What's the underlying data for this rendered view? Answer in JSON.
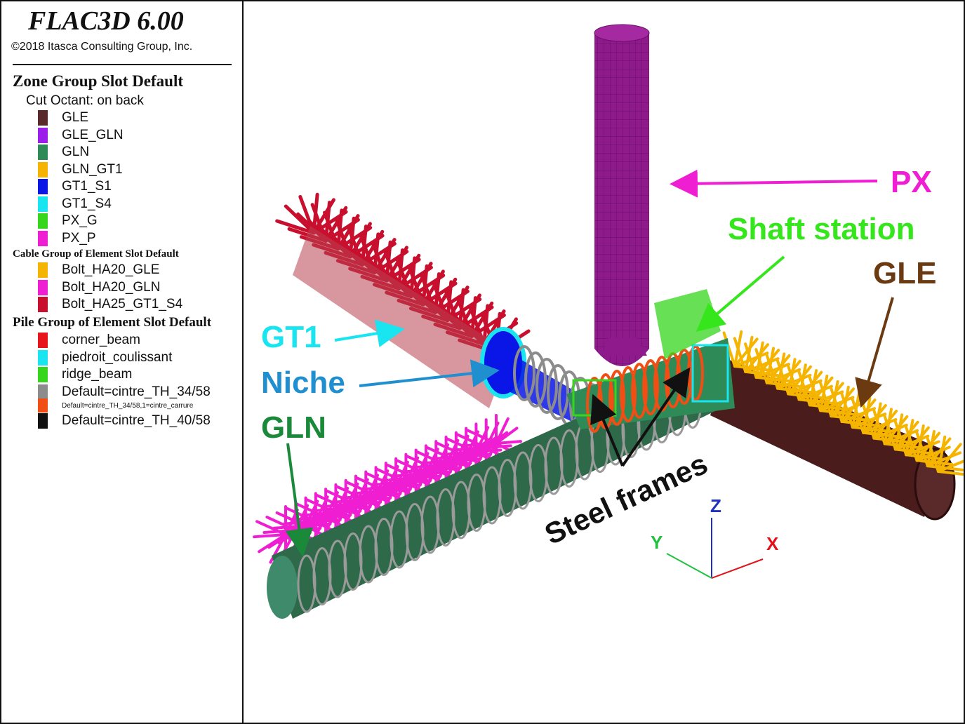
{
  "header": {
    "app_title": "FLAC3D 6.00",
    "copyright": "©2018 Itasca Consulting Group, Inc."
  },
  "legend": {
    "zone_group": {
      "title": "Zone Group Slot Default",
      "subtitle": "Cut Octant: on back",
      "items": [
        {
          "label": "GLE",
          "color": "#5a2a2a"
        },
        {
          "label": "GLE_GLN",
          "color": "#9b1fe8"
        },
        {
          "label": "GLN",
          "color": "#2e8a57"
        },
        {
          "label": "GLN_GT1",
          "color": "#f5b400"
        },
        {
          "label": "GT1_S1",
          "color": "#0a16e6"
        },
        {
          "label": "GT1_S4",
          "color": "#19e5f0"
        },
        {
          "label": "PX_G",
          "color": "#35d61c"
        },
        {
          "label": "PX_P",
          "color": "#f01ed2"
        }
      ]
    },
    "cable_group": {
      "title": "Cable Group of Element Slot Default",
      "items": [
        {
          "label": "Bolt_HA20_GLE",
          "color": "#f5b400"
        },
        {
          "label": "Bolt_HA20_GLN",
          "color": "#f01ed2"
        },
        {
          "label": "Bolt_HA25_GT1_S4",
          "color": "#c8102e"
        }
      ]
    },
    "pile_group": {
      "title": "Pile Group of Element Slot Default",
      "items": [
        {
          "label": "corner_beam",
          "color": "#e8141c"
        },
        {
          "label": "piedroit_coulissant",
          "color": "#19e5f0"
        },
        {
          "label": "ridge_beam",
          "color": "#35d61c"
        },
        {
          "label": "Default=cintre_TH_34/58",
          "color": "#8c8c8c"
        },
        {
          "label": "Default=cintre_TH_34/58,1=cintre_carrure",
          "color": "#f04e14"
        },
        {
          "label": "Default=cintre_TH_40/58",
          "color": "#111111"
        }
      ]
    }
  },
  "annotations": {
    "px": {
      "text": "PX",
      "color": "#f01ed2"
    },
    "shaft_station": {
      "text": "Shaft station",
      "color": "#35e61c"
    },
    "gle": {
      "text": "GLE",
      "color": "#6b3a10"
    },
    "gt1": {
      "text": "GT1",
      "color": "#19e5f0"
    },
    "niche": {
      "text": "Niche",
      "color": "#1f8fd0"
    },
    "gln": {
      "text": "GLN",
      "color": "#1a8a3a"
    },
    "steel_frames": {
      "text": "Steel frames",
      "color": "#111111"
    }
  },
  "axes": {
    "x_label": "X",
    "y_label": "Y",
    "z_label": "Z",
    "x_color": "#e0141c",
    "y_color": "#20c040",
    "z_color": "#2030c0"
  }
}
